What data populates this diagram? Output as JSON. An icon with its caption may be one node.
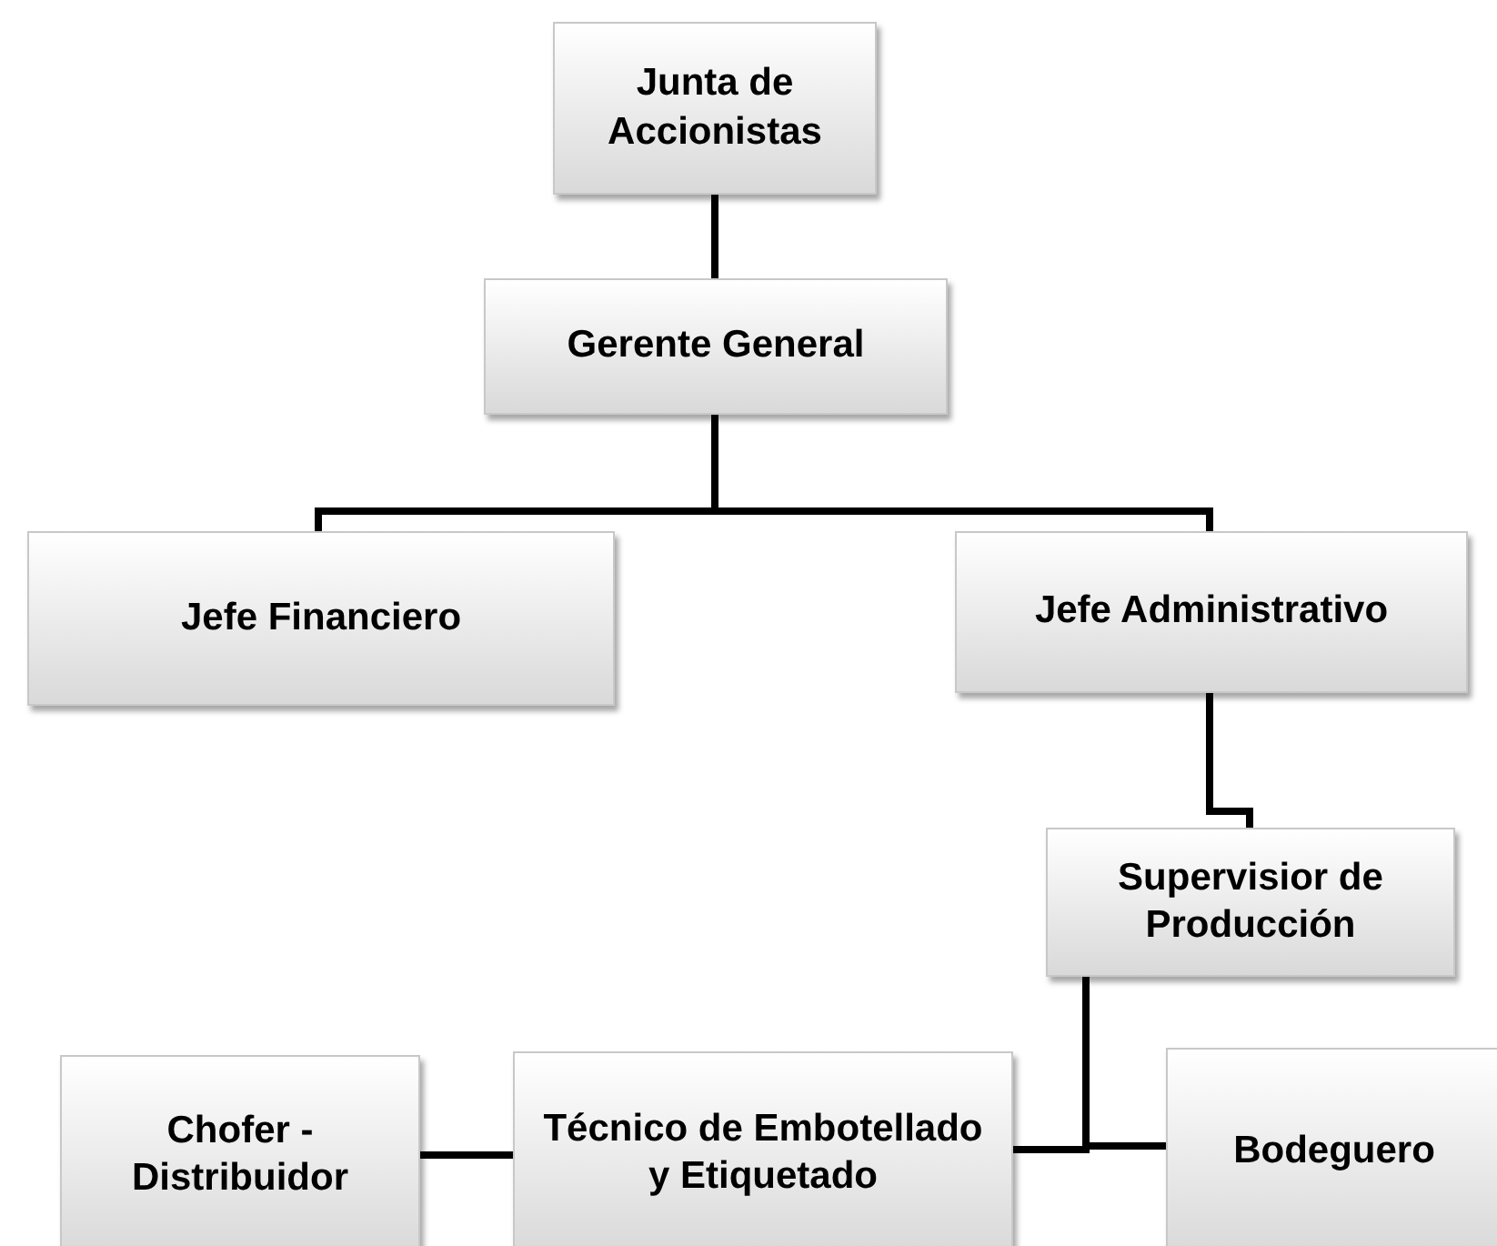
{
  "diagram": {
    "nodes": [
      {
        "text": [
          "Junta de Accionistas"
        ]
      },
      {
        "text": [
          "Gerente General"
        ]
      },
      {
        "text": [
          "Jefe Financiero"
        ]
      },
      {
        "text": [
          "Jefe Administrativo"
        ]
      },
      {
        "text": [
          "Supervisior de Producción"
        ]
      },
      {
        "text": [
          "Chofer - Distribuidor"
        ]
      },
      {
        "text": [
          "Técnico de Embotellado y Etiquetado"
        ]
      },
      {
        "text": [
          "Bodeguero"
        ]
      }
    ],
    "edges": [
      {
        "from": 0,
        "to": 1,
        "arrow": "none"
      },
      {
        "from": 1,
        "to": 2,
        "arrow": "none"
      },
      {
        "from": 1,
        "to": 3,
        "arrow": "none"
      },
      {
        "from": 3,
        "to": 4,
        "arrow": "none"
      },
      {
        "from": 4,
        "to": 6,
        "arrow": "none"
      },
      {
        "from": 4,
        "to": 7,
        "arrow": "none"
      },
      {
        "from": 6,
        "to": 5,
        "arrow": "none"
      }
    ]
  }
}
